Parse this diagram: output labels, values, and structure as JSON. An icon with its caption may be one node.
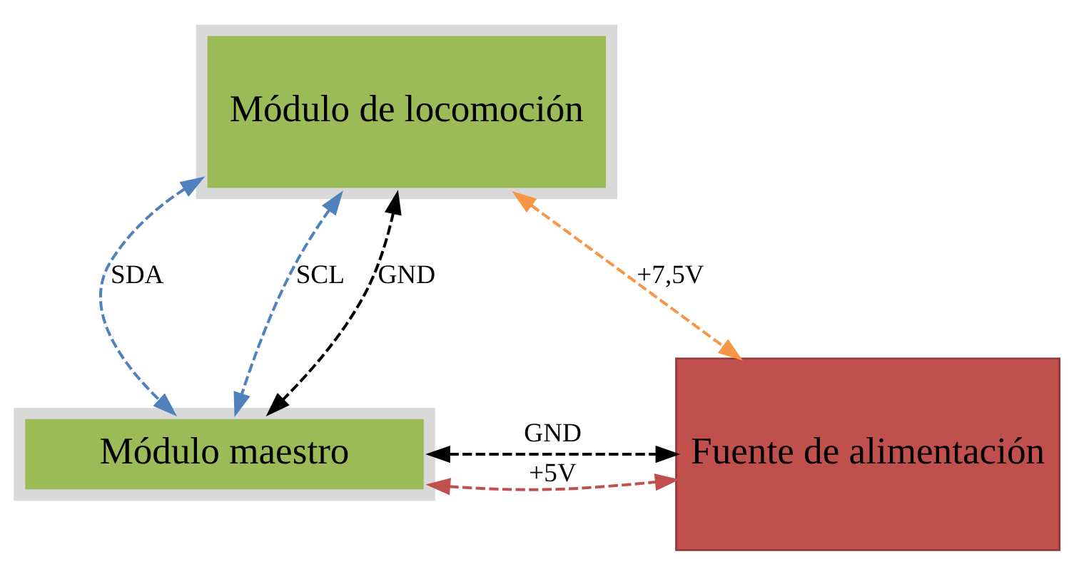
{
  "diagram": {
    "nodes": [
      {
        "text": [
          "Módulo de locomoción"
        ]
      },
      {
        "text": [
          "Módulo maestro"
        ]
      },
      {
        "text": [
          "Fuente de alimentación"
        ]
      }
    ],
    "edges": [
      {
        "from": 0,
        "to": 1,
        "arrow": "both",
        "label": "SDA",
        "style": "dashed",
        "color": "#4f81bd"
      },
      {
        "from": 0,
        "to": 1,
        "arrow": "both",
        "label": "SCL",
        "style": "dashed",
        "color": "#4f81bd"
      },
      {
        "from": 0,
        "to": 1,
        "arrow": "both",
        "label": "GND",
        "style": "dashed",
        "color": "#000000"
      },
      {
        "from": 0,
        "to": 2,
        "arrow": "both",
        "label": "+7,5V",
        "style": "dashed",
        "color": "#f79646"
      },
      {
        "from": 1,
        "to": 2,
        "arrow": "both",
        "label": "+5V",
        "style": "dashed",
        "color": "#c0504d"
      },
      {
        "from": 1,
        "to": 2,
        "arrow": "both",
        "label": "GND",
        "style": "dashed",
        "color": "#000000"
      }
    ]
  }
}
